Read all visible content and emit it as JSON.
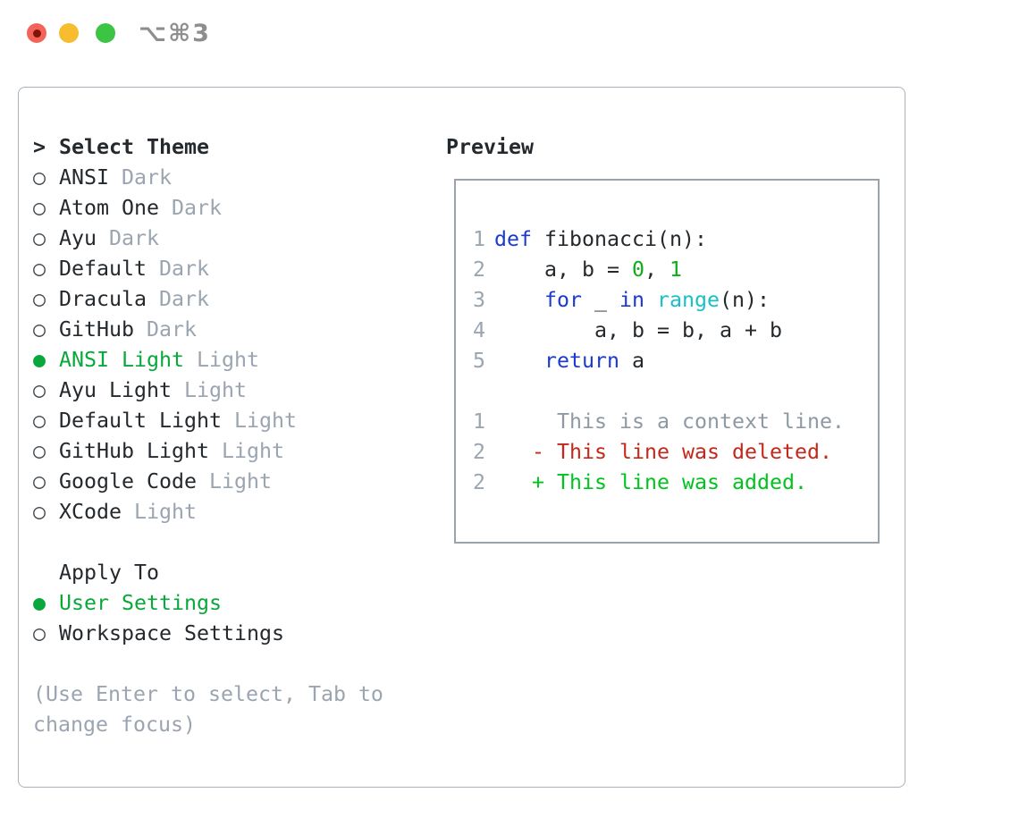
{
  "window": {
    "title": "⌥⌘3",
    "buttons": [
      "close",
      "minimize",
      "zoom"
    ]
  },
  "theme_panel": {
    "header": {
      "marker": ">",
      "label": "Select Theme"
    },
    "markers": {
      "selected": "●",
      "unselected": "○"
    },
    "themes": [
      {
        "name": "ANSI",
        "tag": "Dark",
        "selected": false
      },
      {
        "name": "Atom One",
        "tag": "Dark",
        "selected": false
      },
      {
        "name": "Ayu",
        "tag": "Dark",
        "selected": false
      },
      {
        "name": "Default",
        "tag": "Dark",
        "selected": false
      },
      {
        "name": "Dracula",
        "tag": "Dark",
        "selected": false
      },
      {
        "name": "GitHub",
        "tag": "Dark",
        "selected": false
      },
      {
        "name": "ANSI Light",
        "tag": "Light",
        "selected": true
      },
      {
        "name": "Ayu Light",
        "tag": "Light",
        "selected": false
      },
      {
        "name": "Default Light",
        "tag": "Light",
        "selected": false
      },
      {
        "name": "GitHub Light",
        "tag": "Light",
        "selected": false
      },
      {
        "name": "Google Code",
        "tag": "Light",
        "selected": false
      },
      {
        "name": "XCode",
        "tag": "Light",
        "selected": false
      }
    ],
    "apply_to": {
      "label": "Apply To",
      "options": [
        {
          "name": "User Settings",
          "selected": true
        },
        {
          "name": "Workspace Settings",
          "selected": false
        }
      ]
    },
    "help_lines": [
      "(Use Enter to select, Tab to",
      "change focus)"
    ]
  },
  "preview": {
    "label": "Preview",
    "code_lines": [
      {
        "num": "1",
        "segments": [
          {
            "text": "def ",
            "color": "keyword"
          },
          {
            "text": "fibonacci(n):",
            "color": "plain"
          }
        ]
      },
      {
        "num": "2",
        "segments": [
          {
            "text": "    a, b = ",
            "color": "plain"
          },
          {
            "text": "0",
            "color": "number"
          },
          {
            "text": ", ",
            "color": "plain"
          },
          {
            "text": "1",
            "color": "number"
          }
        ]
      },
      {
        "num": "3",
        "segments": [
          {
            "text": "    ",
            "color": "plain"
          },
          {
            "text": "for",
            "color": "keyword"
          },
          {
            "text": " _ ",
            "color": "plain"
          },
          {
            "text": "in",
            "color": "keyword"
          },
          {
            "text": " ",
            "color": "plain"
          },
          {
            "text": "range",
            "color": "builtin"
          },
          {
            "text": "(n):",
            "color": "plain"
          }
        ]
      },
      {
        "num": "4",
        "segments": [
          {
            "text": "        a, b = b, a + b",
            "color": "plain"
          }
        ]
      },
      {
        "num": "5",
        "segments": [
          {
            "text": "    ",
            "color": "plain"
          },
          {
            "text": "return",
            "color": "keyword"
          },
          {
            "text": " a",
            "color": "plain"
          }
        ]
      },
      {
        "num": "",
        "segments": []
      },
      {
        "num": "1",
        "segments": [
          {
            "text": "     This is a context line.",
            "color": "context"
          }
        ]
      },
      {
        "num": "2",
        "segments": [
          {
            "text": "   - This line was deleted.",
            "color": "deleted"
          }
        ]
      },
      {
        "num": "2",
        "segments": [
          {
            "text": "   + This line was added.",
            "color": "added"
          }
        ]
      }
    ]
  },
  "colors": {
    "text": "#24292e",
    "muted": "#9aa5b1",
    "selected_green": "#0aa83c",
    "keyword_blue": "#1a3ad2",
    "builtin_cyan": "#17c0c9",
    "number_green": "#0cad17",
    "deleted_red": "#c5271a",
    "added_green": "#00c41d",
    "context_gray": "#8f99a3",
    "panel_border": "#a9b1ba",
    "preview_border": "#9aa3ad",
    "traffic_red": "#f4635a",
    "traffic_yellow": "#f6bd2f",
    "traffic_green": "#3cc444",
    "title_gray": "#8e8e8e"
  }
}
